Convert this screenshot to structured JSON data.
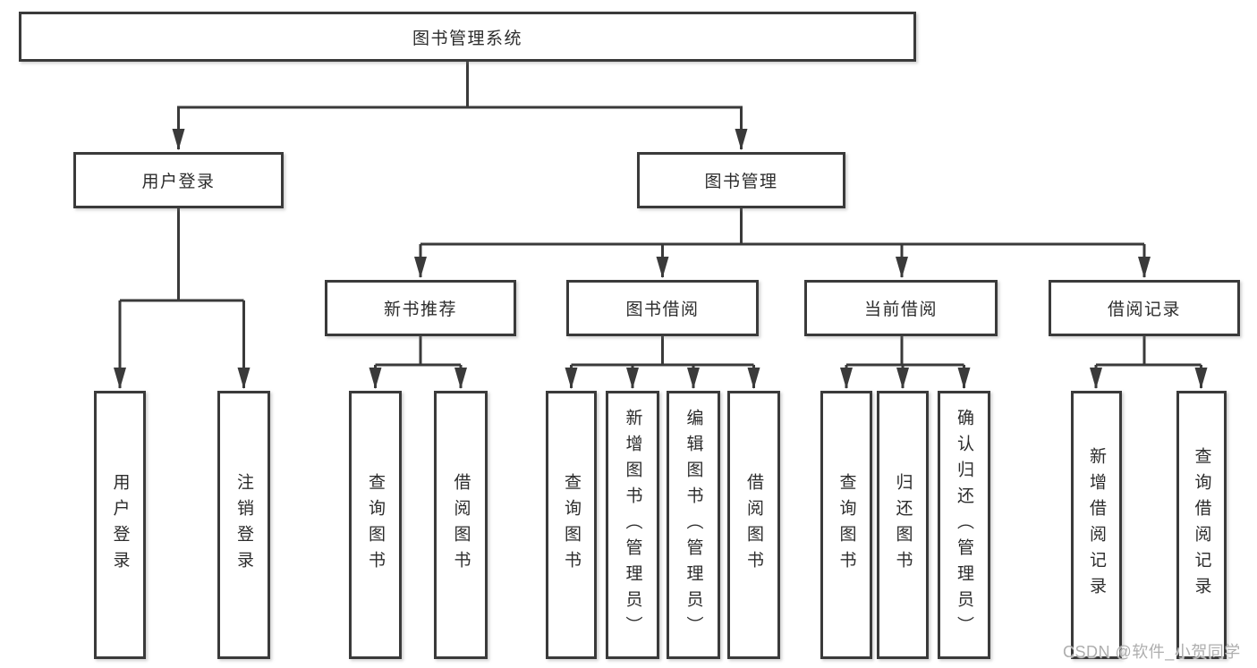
{
  "diagram": {
    "root": {
      "label": "图书管理系统"
    },
    "branches": [
      {
        "label": "用户登录",
        "children": [
          {
            "label": "用户登录"
          },
          {
            "label": "注销登录"
          }
        ]
      },
      {
        "label": "图书管理",
        "children": [
          {
            "label": "新书推荐",
            "children": [
              {
                "label": "查询图书"
              },
              {
                "label": "借阅图书"
              }
            ]
          },
          {
            "label": "图书借阅",
            "children": [
              {
                "label": "查询图书"
              },
              {
                "label": "新增图书（管理员）"
              },
              {
                "label": "编辑图书（管理员）"
              },
              {
                "label": "借阅图书"
              }
            ]
          },
          {
            "label": "当前借阅",
            "children": [
              {
                "label": "查询图书"
              },
              {
                "label": "归还图书"
              },
              {
                "label": "确认归还（管理员）"
              }
            ]
          },
          {
            "label": "借阅记录",
            "children": [
              {
                "label": "新增借阅记录"
              },
              {
                "label": "查询借阅记录"
              }
            ]
          }
        ]
      }
    ]
  },
  "watermark": {
    "text": "CSDN @软件_小贺同学"
  },
  "colors": {
    "line": "#3a3a3a",
    "text": "#2c2c2c",
    "box_background": "#ffffff",
    "watermark": "#aeaeae"
  }
}
